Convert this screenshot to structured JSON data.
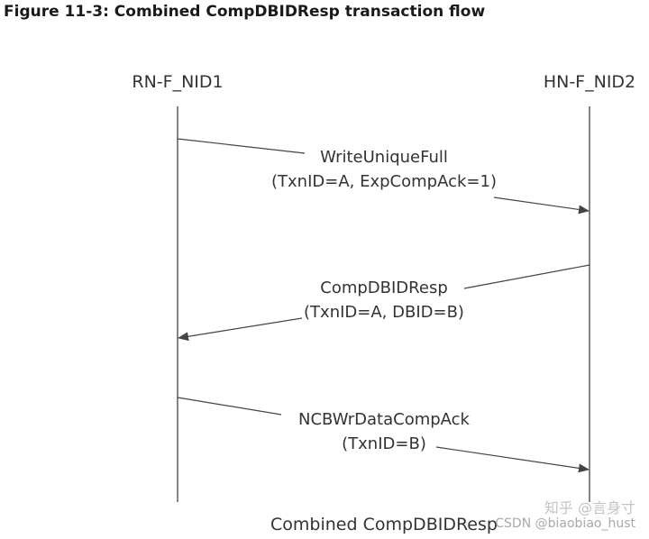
{
  "figure": {
    "title": "Figure 11-3: Combined CompDBIDResp transaction flow",
    "caption": "Combined CompDBIDResp"
  },
  "nodes": {
    "left": "RN-F_NID1",
    "right": "HN-F_NID2"
  },
  "messages": [
    {
      "name": "WriteUniqueFull",
      "params": "(TxnID=A, ExpCompAck=1)",
      "from": "left",
      "to": "right"
    },
    {
      "name": "CompDBIDResp",
      "params": "(TxnID=A, DBID=B)",
      "from": "right",
      "to": "left"
    },
    {
      "name": "NCBWrDataCompAck",
      "params": "(TxnID=B)",
      "from": "left",
      "to": "right"
    }
  ],
  "watermark": {
    "zhihu": "知乎 @言身寸",
    "csdn": "CSDN @biaobiao_hust"
  }
}
